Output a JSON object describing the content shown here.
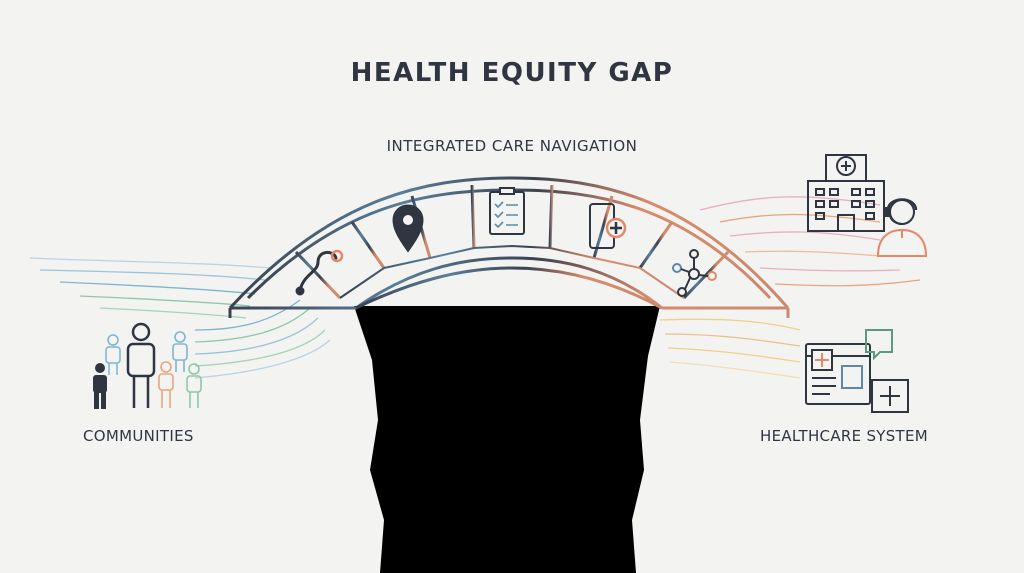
{
  "title": "HEALTH EQUITY GAP",
  "bridge_label": "INTEGRATED CARE NAVIGATION",
  "left_label": "COMMUNITIES",
  "right_label": "HEALTHCARE SYSTEM",
  "colors": {
    "ink": "#2f3541",
    "chasm": "#000000",
    "line_blue": "#7fb4cf",
    "line_green": "#8fc7a8",
    "line_orange": "#e9a47c",
    "line_pink": "#e7b0bf",
    "line_gold": "#f0cf8a"
  },
  "bridge_icons": [
    "pathway-icon",
    "location-pin-icon",
    "clipboard-checklist-icon",
    "mobile-health-icon",
    "network-icon"
  ],
  "people_icons": [
    "person-icon",
    "person-icon",
    "person-icon",
    "person-icon",
    "person-icon",
    "person-icon"
  ],
  "system_icons": [
    "hospital-icon",
    "care-navigator-icon",
    "health-record-icon"
  ]
}
